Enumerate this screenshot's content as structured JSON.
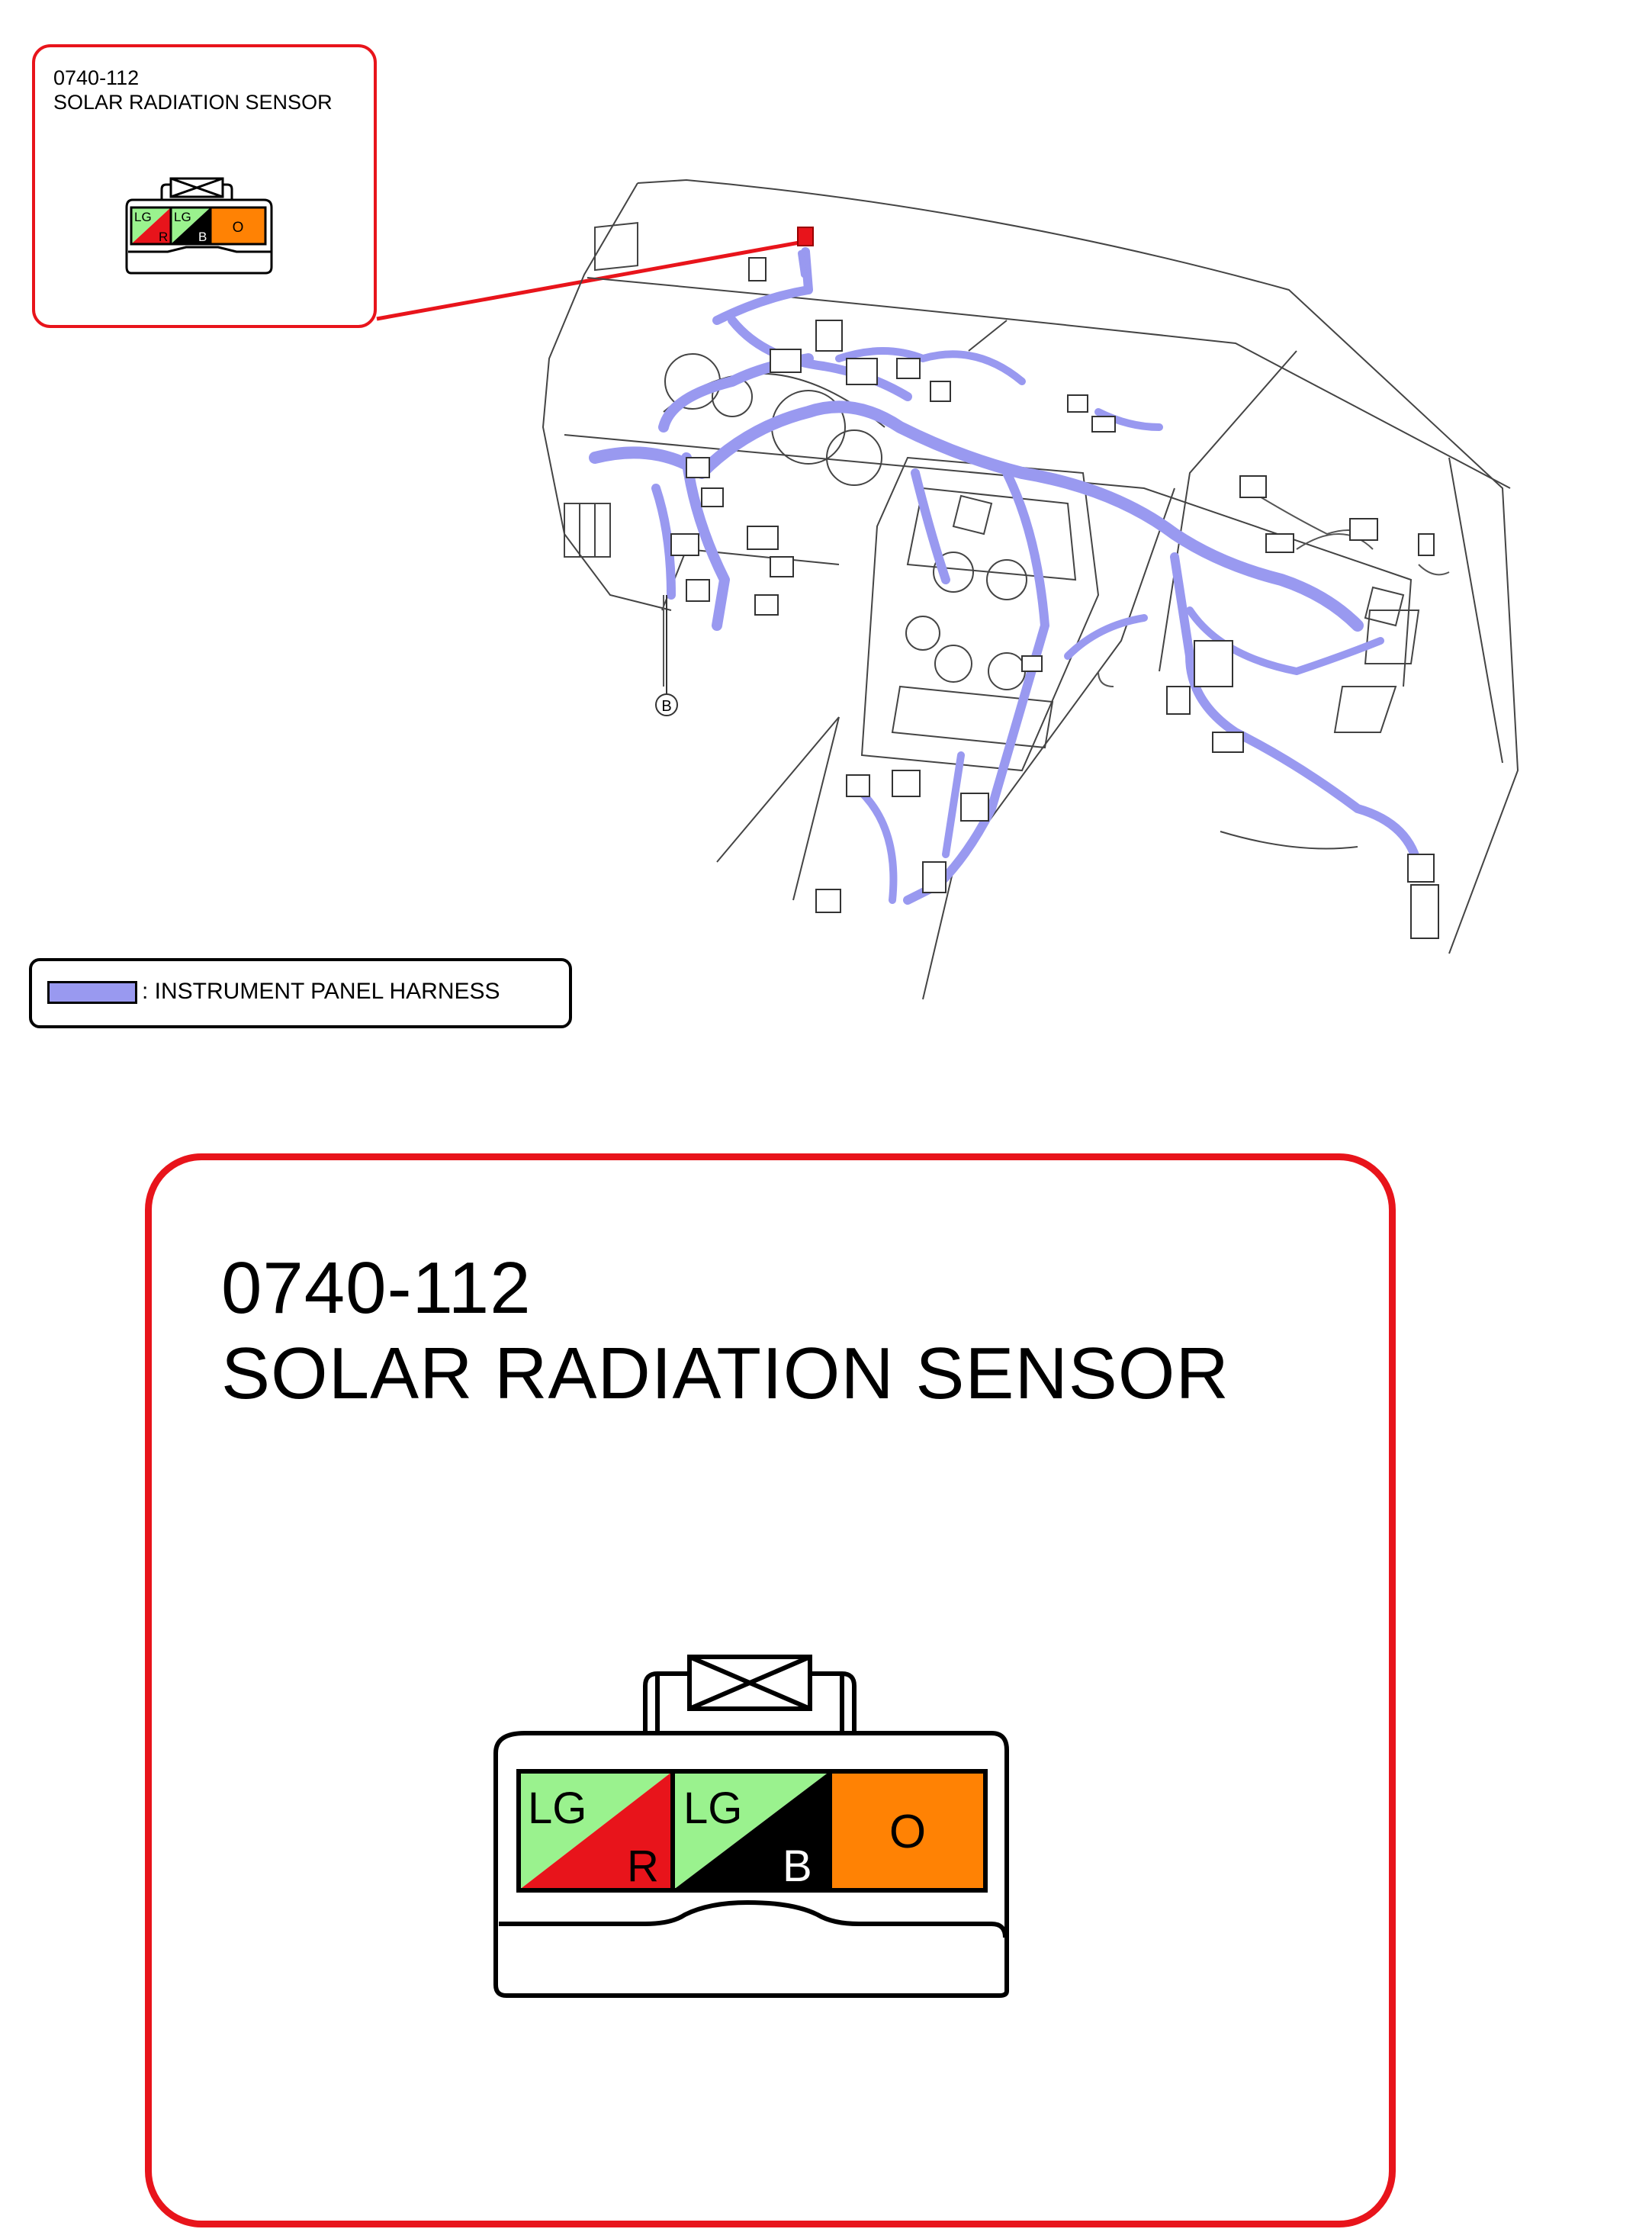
{
  "small_callout": {
    "connector_code": "0740-112",
    "connector_name": "SOLAR RADIATION SENSOR"
  },
  "large_callout": {
    "connector_code": "0740-112",
    "connector_name": "SOLAR RADIATION SENSOR"
  },
  "connector_pins": [
    {
      "top_color_code": "LG",
      "bottom_color_code": "R"
    },
    {
      "top_color_code": "LG",
      "bottom_color_code": "B"
    },
    {
      "color_code": "O"
    }
  ],
  "wire_colors": {
    "LG": "#9AF28E",
    "R": "#E8141B",
    "B": "#000000",
    "O": "#FF8204"
  },
  "diagram": {
    "ground_point_label": "B"
  },
  "legend": {
    "swatch_color": "#9999F0",
    "text": ": INSTRUMENT PANEL HARNESS"
  },
  "accent_color": "#E8141B"
}
